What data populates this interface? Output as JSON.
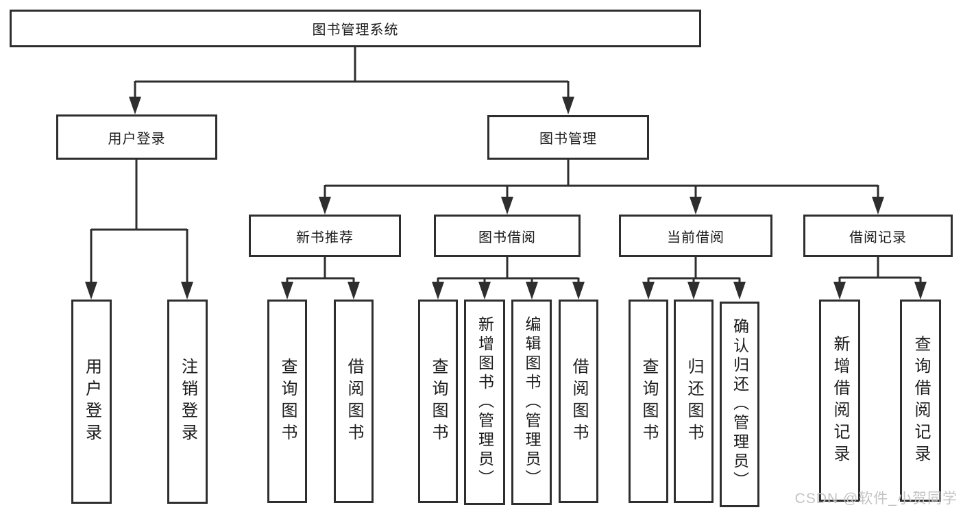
{
  "root": {
    "label": "图书管理系统"
  },
  "level2": [
    {
      "label": "用户登录"
    },
    {
      "label": "图书管理"
    }
  ],
  "level3": [
    {
      "label": "新书推荐"
    },
    {
      "label": "图书借阅"
    },
    {
      "label": "当前借阅"
    },
    {
      "label": "借阅记录"
    }
  ],
  "leaves": {
    "user_login_group": [
      "用户登录",
      "注销登录"
    ],
    "new_book_group": [
      "查询图书",
      "借阅图书"
    ],
    "borrow_group": [
      "查询图书",
      "新增图书（管理员）",
      "编辑图书（管理员）",
      "借阅图书"
    ],
    "current_group": [
      "查询图书",
      "归还图书",
      "确认归还（管理员）"
    ],
    "record_group": [
      "新增借阅记录",
      "查询借阅记录"
    ]
  },
  "watermark": {
    "text": "CSDN @软件_小贺同学"
  },
  "colors": {
    "line": "#2e2e2e",
    "text": "#1c1c1c",
    "watermark": "#c3c3c3",
    "background": "#ffffff"
  }
}
